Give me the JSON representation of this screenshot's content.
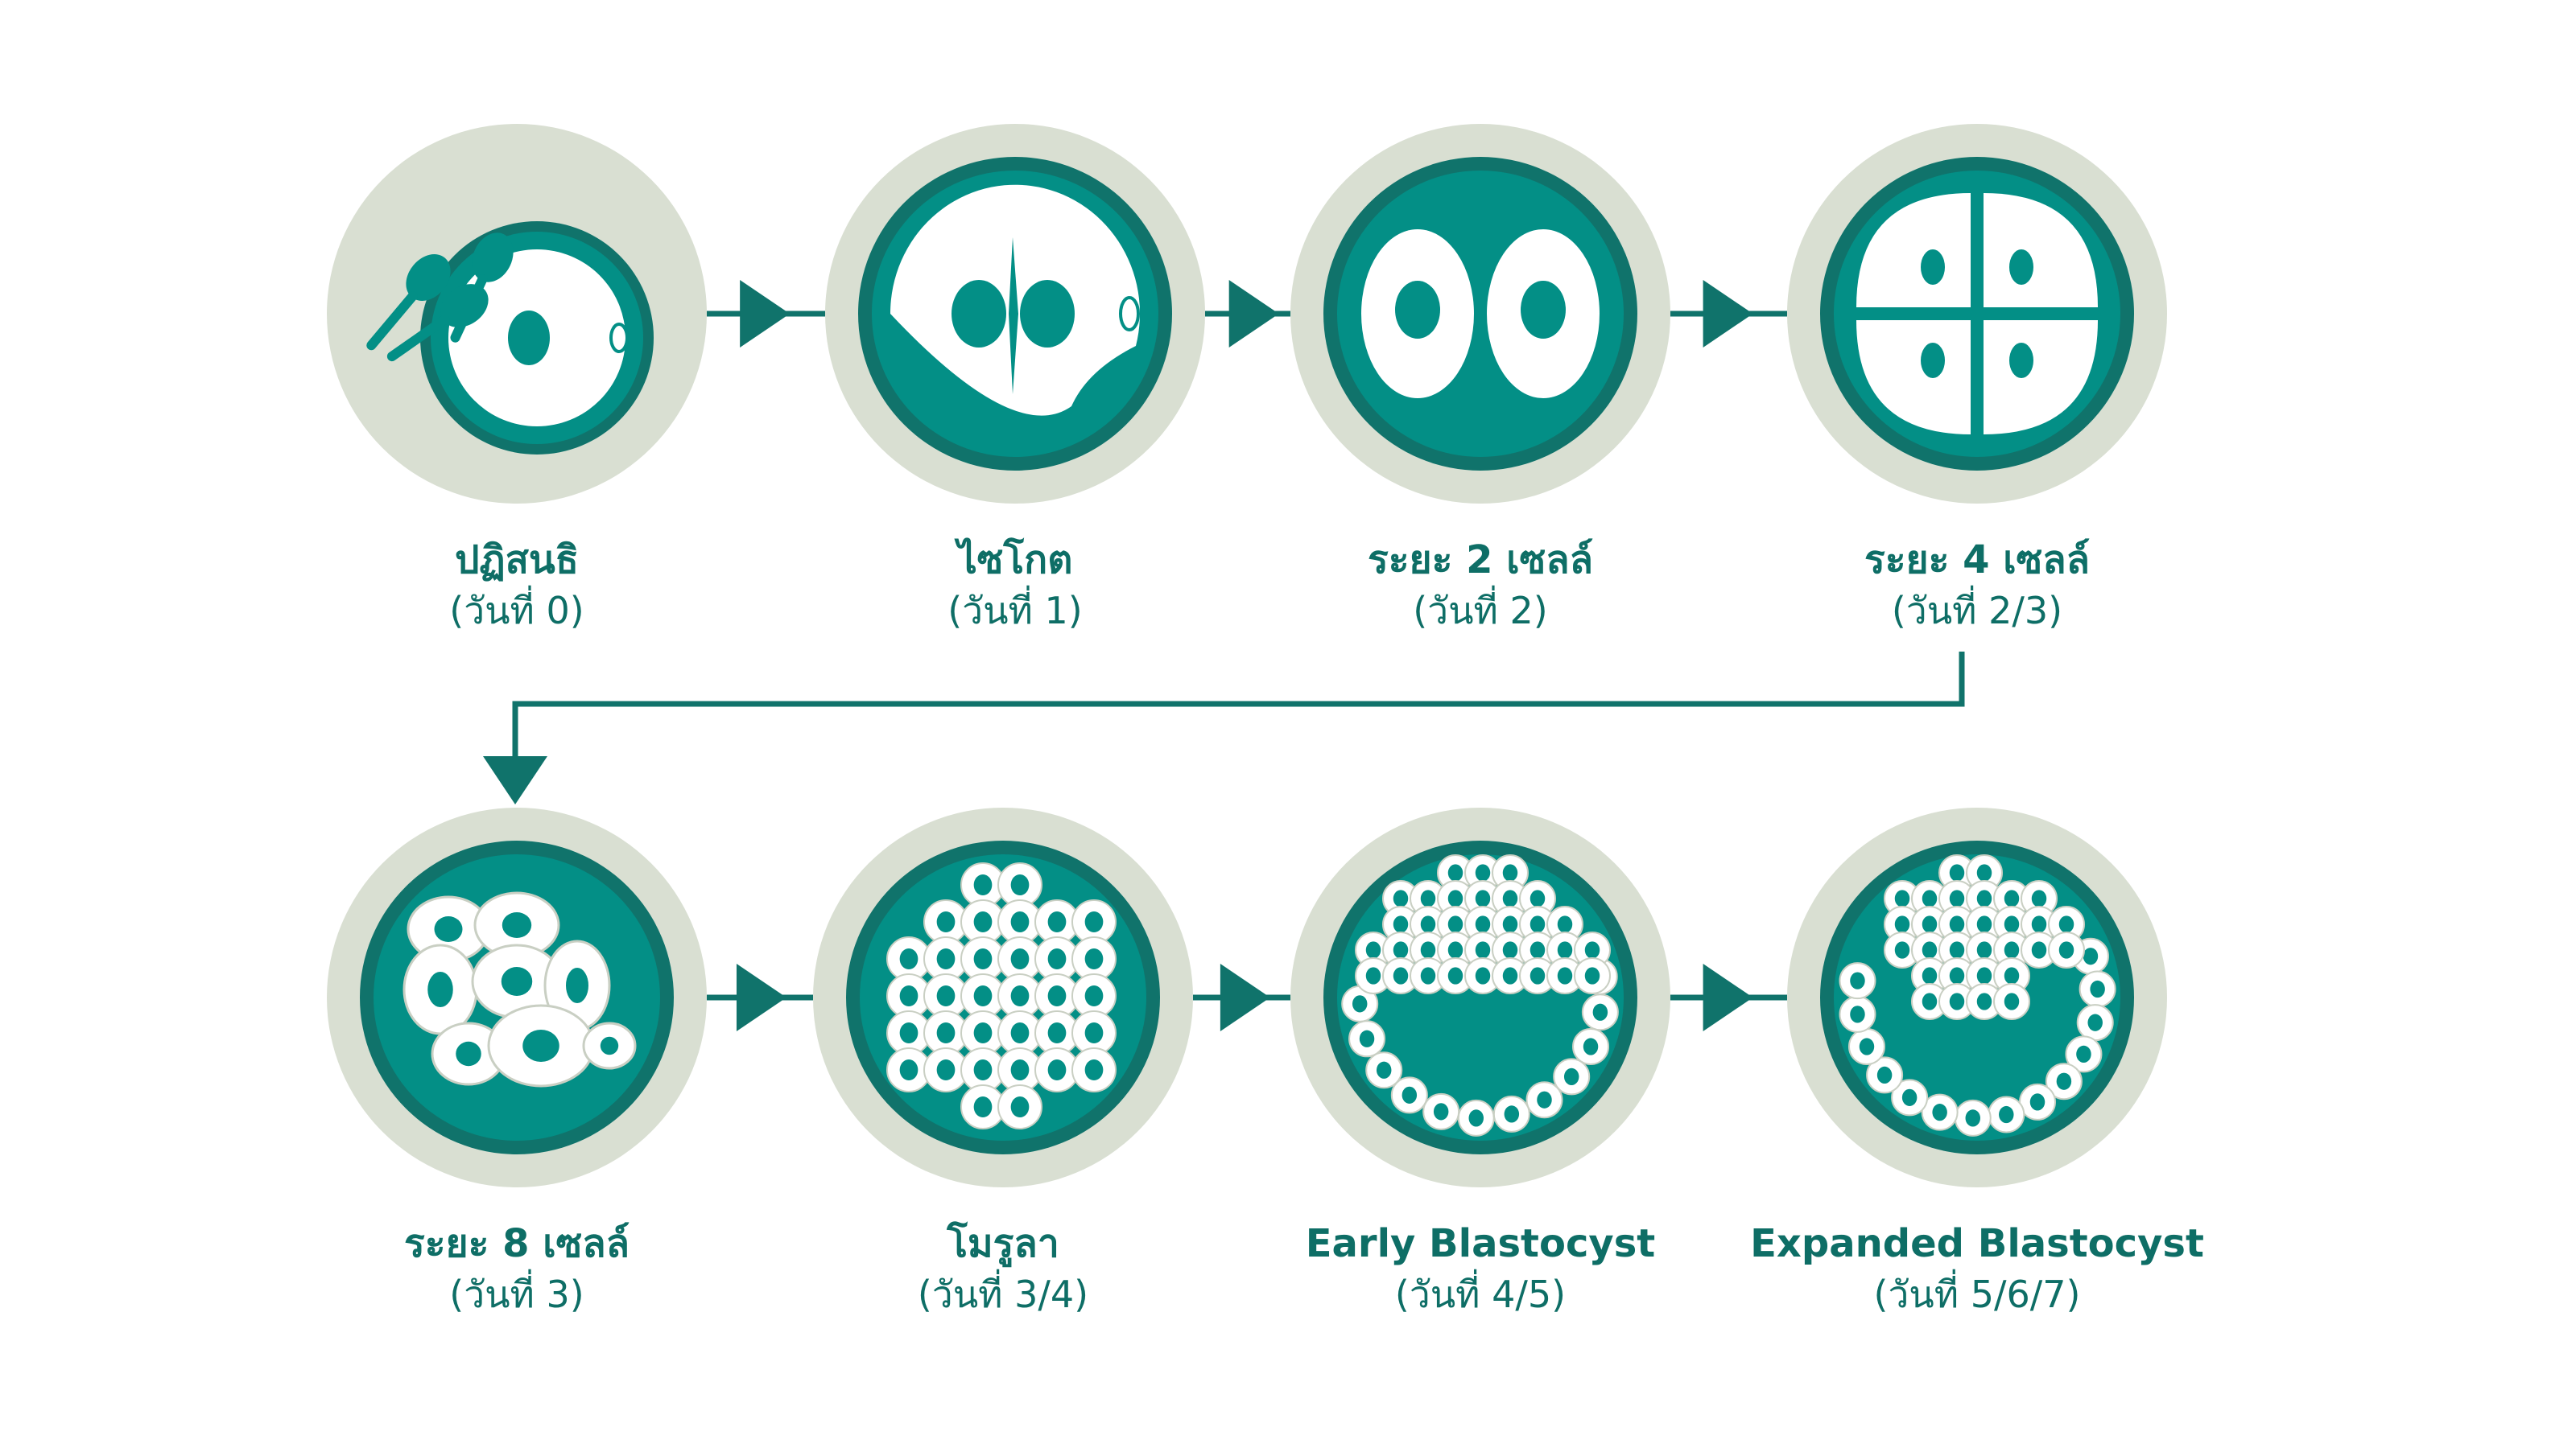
{
  "colors": {
    "outer": "#d9dfd2",
    "ring": "#10736b",
    "teal": "#038f86",
    "text": "#0e6e66",
    "cell": "#ffffff"
  },
  "stages": [
    {
      "title": "ปฏิสนธิ",
      "day": "(วันที่ 0)",
      "icon": "fertilization-icon"
    },
    {
      "title": "ไซโกต",
      "day": "(วันที่ 1)",
      "icon": "zygote-icon"
    },
    {
      "title": "ระยะ 2 เซลล์",
      "day": "(วันที่ 2)",
      "icon": "two-cell-icon"
    },
    {
      "title": "ระยะ 4 เซลล์",
      "day": "(วันที่ 2/3)",
      "icon": "four-cell-icon"
    },
    {
      "title": "ระยะ 8 เซลล์",
      "day": "(วันที่ 3)",
      "icon": "eight-cell-icon"
    },
    {
      "title": "โมรูลา",
      "day": "(วันที่ 3/4)",
      "icon": "morula-icon"
    },
    {
      "title": "Early Blastocyst",
      "day": "(วันที่ 4/5)",
      "icon": "early-blastocyst-icon"
    },
    {
      "title": "Expanded Blastocyst",
      "day": "(วันที่ 5/6/7)",
      "icon": "expanded-blastocyst-icon"
    }
  ]
}
